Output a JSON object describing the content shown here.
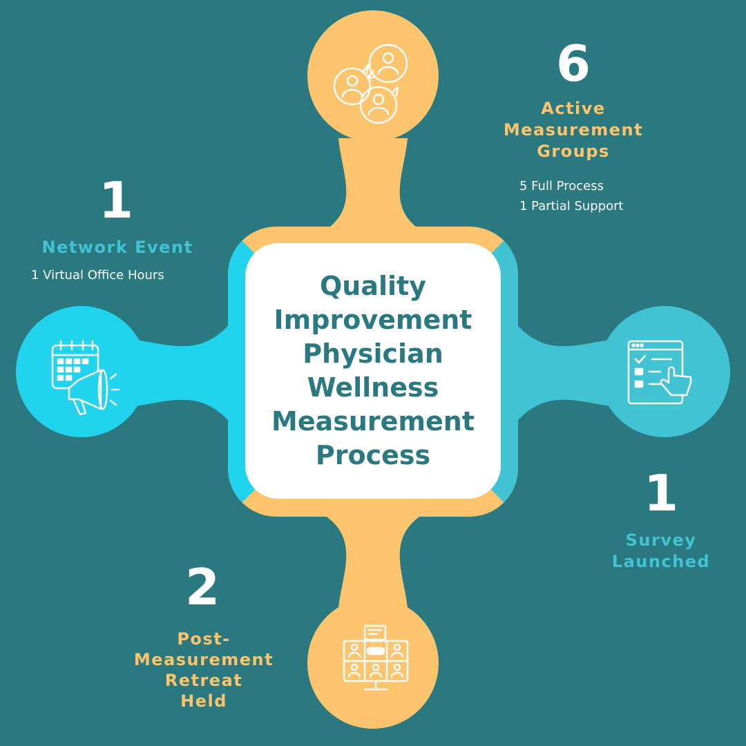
{
  "title": "Quality\nImprovement\nPhysician\nWellness\nMeasurement\nProcess",
  "colors": {
    "background": "#2a7880",
    "orange": "#fbc46d",
    "cyan_left": "#22d3ee",
    "cyan_right": "#42c3d3",
    "white": "#ffffff"
  },
  "nodes": {
    "top": {
      "icon": "group-chat-icon",
      "number": "6",
      "label": "Active\nMeasurement\nGroups",
      "details": "5 Full Process\n1  Partial Support"
    },
    "left": {
      "icon": "calendar-megaphone-icon",
      "number": "1",
      "label": "Network Event",
      "details": "1  Virtual Office Hours"
    },
    "right": {
      "icon": "survey-checklist-icon",
      "number": "1",
      "label": "Survey\nLaunched"
    },
    "bottom": {
      "icon": "video-conference-icon",
      "number": "2",
      "label": "Post-\nMeasurement\nRetreat\nHeld"
    }
  }
}
